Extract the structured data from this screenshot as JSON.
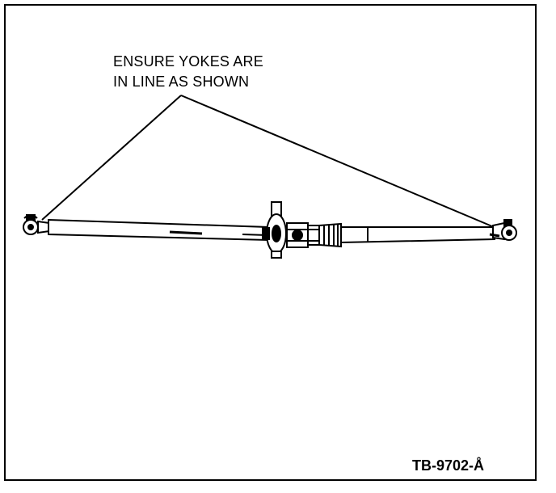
{
  "callout": {
    "line1": "ENSURE YOKES ARE",
    "line2": "IN LINE AS SHOWN"
  },
  "figure_number": "TB-9702-Å",
  "colors": {
    "ink": "#000000",
    "paper": "#ffffff"
  }
}
